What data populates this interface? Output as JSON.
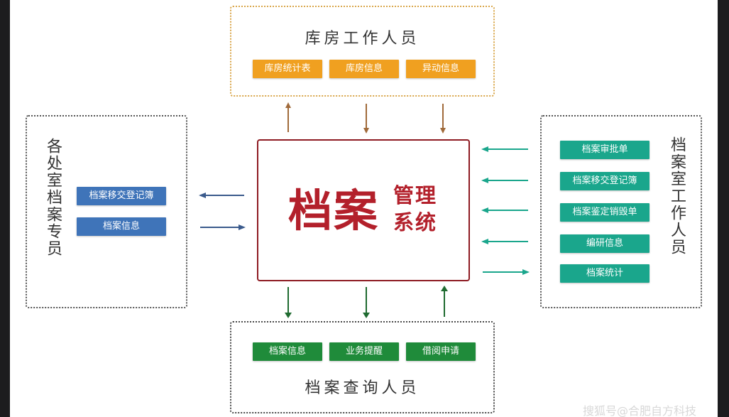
{
  "groups": {
    "top": {
      "title": "库房工作人员",
      "tags": [
        "库房统计表",
        "库房信息",
        "异动信息"
      ]
    },
    "left": {
      "title": "各处室档案专员",
      "tags": [
        "档案移交登记簿",
        "档案信息"
      ]
    },
    "right": {
      "title": "档案室工作人员",
      "tags": [
        "档案审批单",
        "档案移交登记簿",
        "档案鉴定销毁单",
        "编研信息",
        "档案统计"
      ]
    },
    "bottom": {
      "title": "档案查询人员",
      "tags": [
        "档案信息",
        "业务提醒",
        "借阅申请"
      ]
    }
  },
  "center": {
    "big": "档案",
    "small": "管理系统"
  },
  "colors": {
    "orange": "#f0a020",
    "green": "#1f8b3a",
    "teal": "#1aa68c",
    "blue": "#3f74b9",
    "center": "#b3202b",
    "arrow_top": "#a06a3a",
    "arrow_left": "#3a5a8c",
    "arrow_right": "#1aa68c",
    "arrow_bottom": "#1f6b30"
  },
  "watermark": "搜狐号@合肥自方科技"
}
